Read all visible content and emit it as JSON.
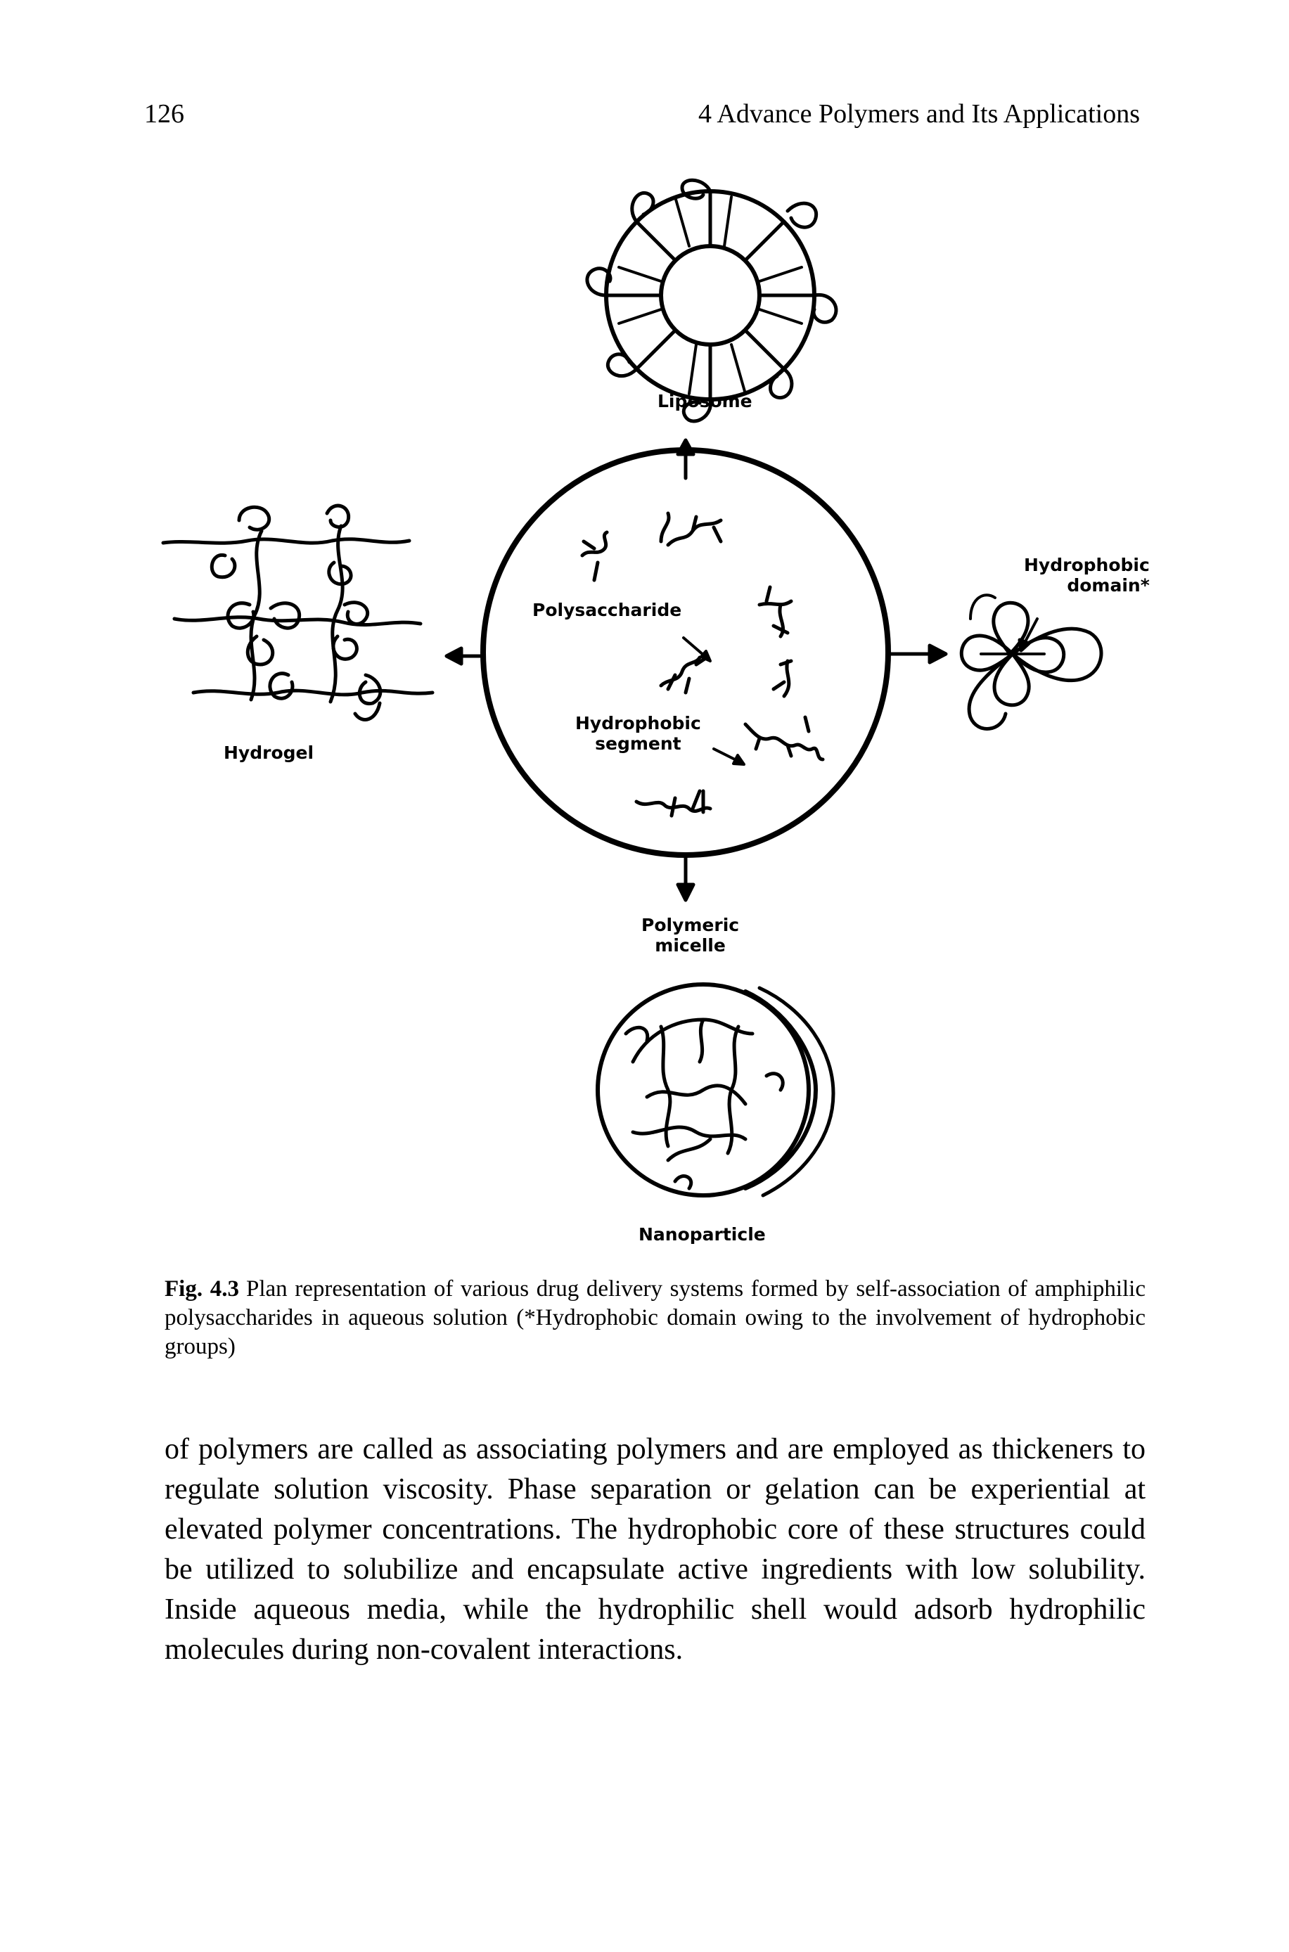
{
  "header": {
    "page_number": "126",
    "running_head": "4 Advance Polymers and Its Applications"
  },
  "figure": {
    "labels": {
      "liposome": "Liposome",
      "hydrogel": "Hydrogel",
      "polysaccharide": "Polysaccharide",
      "hydrophobic_segment": "Hydrophobic\nsegment",
      "hydrophobic_domain": "Hydrophobic\ndomain*",
      "polymeric_micelle": "Polymeric\nmicelle",
      "nanoparticle": "Nanoparticle"
    }
  },
  "caption": {
    "figure_number": "Fig. 4.3",
    "text": "Plan representation of various drug delivery systems formed by self-association of amphiphilic polysaccharides in aqueous solution (*Hydrophobic domain owing to the involvement of hydrophobic groups)"
  },
  "body": {
    "paragraph": "of polymers are called as associating polymers and are employed as thickeners to regulate solution viscosity. Phase separation or gelation can be experiential at elevated polymer concentrations. The hydrophobic core of these structures could be utilized to solubilize and encapsulate active ingredients with low solubility. Inside aqueous media, while the hydrophilic shell would adsorb hydrophilic molecules during non-covalent interactions."
  }
}
